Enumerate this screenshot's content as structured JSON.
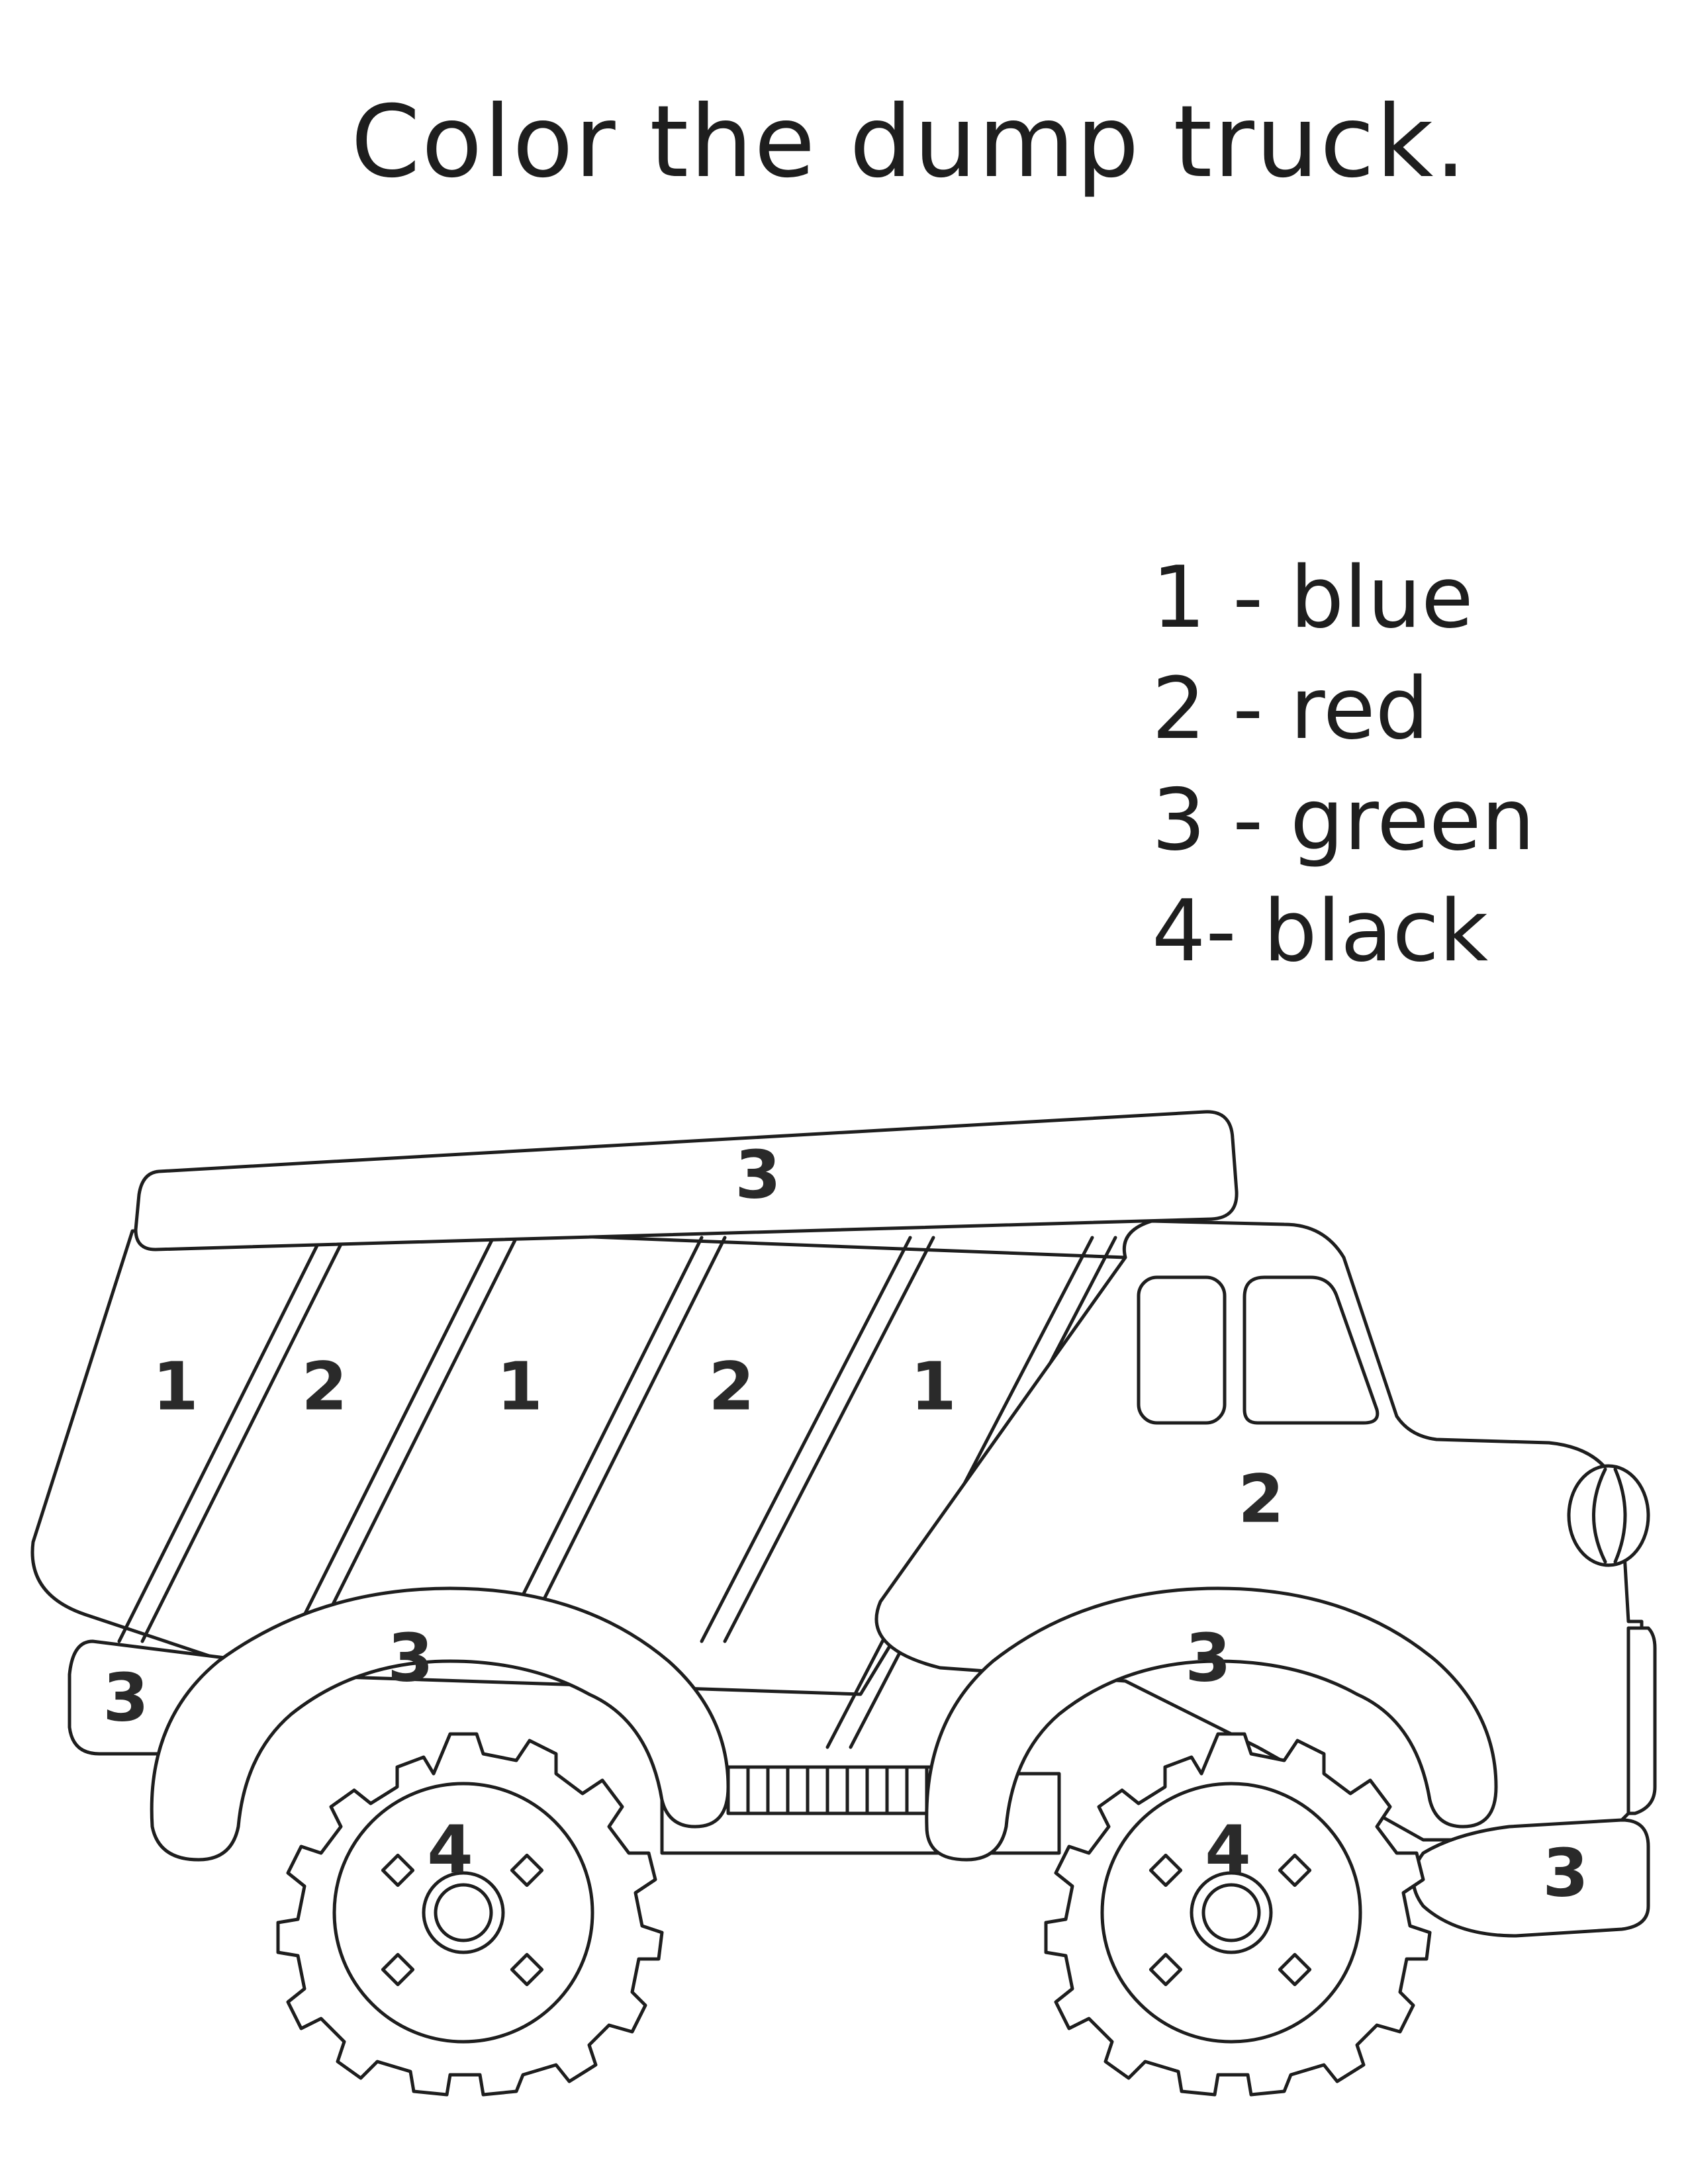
{
  "title": "Color the dump truck.",
  "key": [
    {
      "label": "1 - blue"
    },
    {
      "label": "2 - red"
    },
    {
      "label": "3 - green"
    },
    {
      "label": "4- black"
    }
  ],
  "regions": {
    "bed_top": "3",
    "stripe_1": "1",
    "stripe_2": "2",
    "stripe_3": "1",
    "stripe_4": "2",
    "stripe_5": "1",
    "cab": "2",
    "rear_bumper": "3",
    "rear_fender": "3",
    "front_fender": "3",
    "front_bumper": "3",
    "rear_wheel": "4",
    "front_wheel": "4"
  }
}
